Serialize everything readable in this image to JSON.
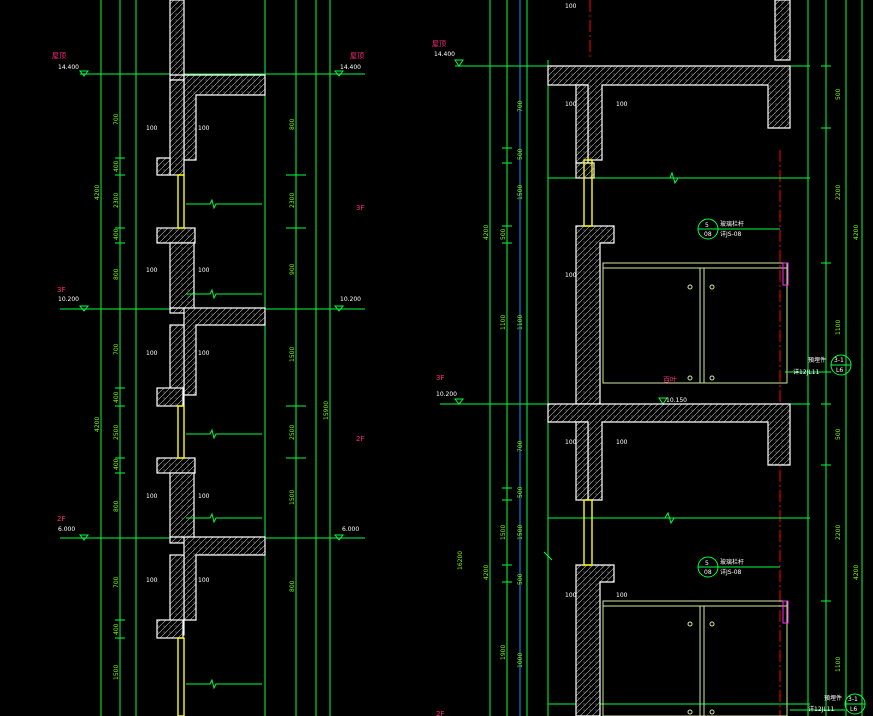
{
  "colors": {
    "background": "#000000",
    "line": "#00ff3c",
    "dimension": "#7cfc00",
    "wall": "#ffffff",
    "floor_label": "#ff2a7a",
    "window": "#ffff00",
    "axis": "#1e90ff",
    "center": "#ff0000"
  },
  "left_section": {
    "roof_label": "屋顶",
    "roof_level": "14.400",
    "roof_label_right": "屋顶",
    "roof_level_right": "14.400",
    "floor3_left": "3F",
    "floor3_level": "10.200",
    "floor3_level_right": "10.200",
    "floor3_right_tag": "3F",
    "floor2_left": "2F",
    "floor2_level": "6.000",
    "floor2_level_right": "6.000",
    "floor2_right_tag": "2F",
    "dim_100": "100",
    "dim_700": "700",
    "dim_400": "400",
    "dim_2300": "2300",
    "dim_800": "800",
    "dim_2500": "2500",
    "dim_1500": "1500",
    "dim_4200": "4200",
    "dim_15900": "15900",
    "dim_900": "900"
  },
  "right_section": {
    "roof_label": "屋顶",
    "roof_level": "14.400",
    "floor3_left": "3F",
    "floor3_level": "10.200",
    "floor2_left": "2F",
    "callout_num": "5",
    "callout_sheet": "08",
    "callout_text": "玻璃栏杆",
    "callout_ref": "详JS-08",
    "window_text": "百叶",
    "slab_note": "10.150",
    "detail_label": "預埋件",
    "detail_ref": "详12JL11",
    "detail_circle_top": "3-1",
    "detail_circle_bottom": "L6",
    "dim_100": "100",
    "dim_700": "700",
    "dim_500": "500",
    "dim_1500": "1500",
    "dim_4200": "4200",
    "dim_1100": "1100",
    "dim_1000": "1000",
    "dim_2200": "2200",
    "dim_16200": "16200",
    "dim_1900": "1900"
  }
}
